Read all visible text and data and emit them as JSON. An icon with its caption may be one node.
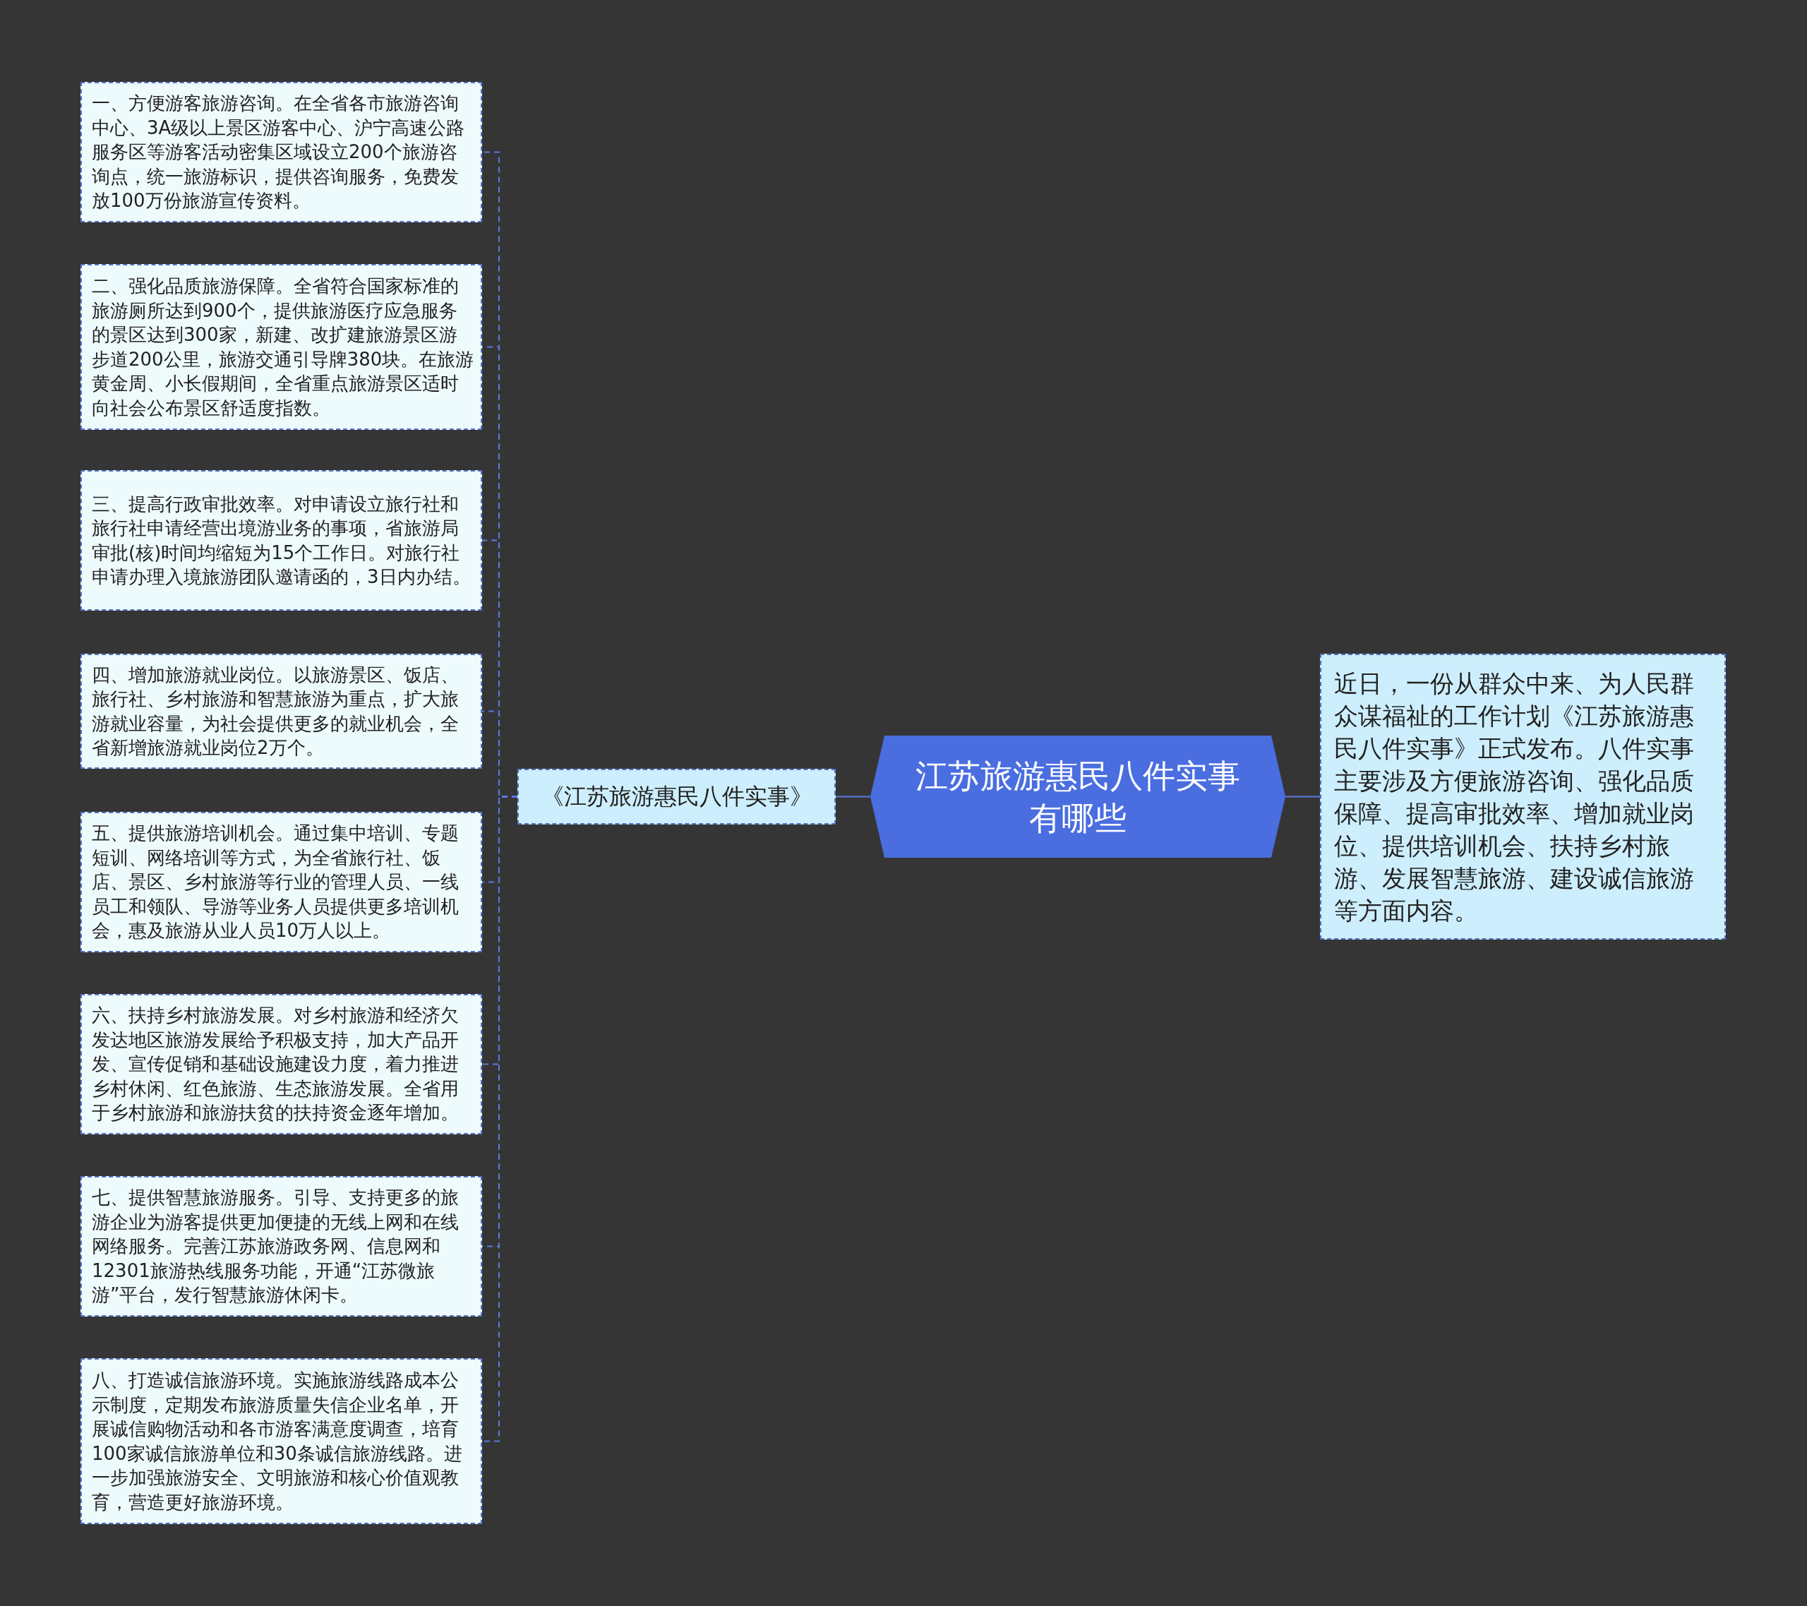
{
  "diagram": {
    "nodes": [
      {
        "text": [
          "江苏旅游惠民八件实事有哪些"
        ]
      },
      {
        "text": [
          "《江苏旅游惠民八件实事》"
        ]
      },
      {
        "text": [
          "一、方便游客旅游咨询。在全省各市旅游咨询中心、3A级以上景区游客中心、沪宁高速公路服务区等游客活动密集区域设立200个旅游咨询点，统一旅游标识，提供咨询服务，免费发放100万份旅游宣传资料。"
        ]
      },
      {
        "text": [
          "二、强化品质旅游保障。全省符合国家标准的旅游厕所达到900个，提供旅游医疗应急服务的景区达到300家，新建、改扩建旅游景区游步道200公里，旅游交通引导牌380块。在旅游黄金周、小长假期间，全省重点旅游景区适时向社会公布景区舒适度指数。"
        ]
      },
      {
        "text": [
          "三、提高行政审批效率。对申请设立旅行社和旅行社申请经营出境游业务的事项，省旅游局审批(核)时间均缩短为15个工作日。对旅行社申请办理入境旅游团队邀请函的，3日内办结。"
        ]
      },
      {
        "text": [
          "四、增加旅游就业岗位。以旅游景区、饭店、旅行社、乡村旅游和智慧旅游为重点，扩大旅游就业容量，为社会提供更多的就业机会，全省新增旅游就业岗位2万个。"
        ]
      },
      {
        "text": [
          "五、提供旅游培训机会。通过集中培训、专题短训、网络培训等方式，为全省旅行社、饭店、景区、乡村旅游等行业的管理人员、一线员工和领队、导游等业务人员提供更多培训机会，惠及旅游从业人员10万人以上。"
        ]
      },
      {
        "text": [
          "六、扶持乡村旅游发展。对乡村旅游和经济欠发达地区旅游发展给予积极支持，加大产品开发、宣传促销和基础设施建设力度，着力推进乡村休闲、红色旅游、生态旅游发展。全省用于乡村旅游和旅游扶贫的扶持资金逐年增加。"
        ]
      },
      {
        "text": [
          "七、提供智慧旅游服务。引导、支持更多的旅游企业为游客提供更加便捷的无线上网和在线网络服务。完善江苏旅游政务网、信息网和12301旅游热线服务功能，开通“江苏微旅游”平台，发行智慧旅游休闲卡。"
        ]
      },
      {
        "text": [
          "八、打造诚信旅游环境。实施旅游线路成本公示制度，定期发布旅游质量失信企业名单，开展诚信购物活动和各市游客满意度调查，培育100家诚信旅游单位和30条诚信旅游线路。进一步加强旅游安全、文明旅游和核心价值观教育，营造更好旅游环境。"
        ]
      },
      {
        "text": [
          "近日，一份从群众中来、为人民群众谋福祉的工作计划《江苏旅游惠民八件实事》正式发布。八件实事主要涉及方便旅游咨询、强化品质保障、提高审批效率、增加就业岗位、提供培训机会、扶持乡村旅游、发展智慧旅游、建设诚信旅游等方面内容。"
        ]
      }
    ],
    "edges": [
      {
        "from": 0,
        "to": 1,
        "arrow": "none"
      },
      {
        "from": 0,
        "to": 10,
        "arrow": "none"
      },
      {
        "from": 1,
        "to": 2,
        "arrow": "none",
        "style": "dashed"
      },
      {
        "from": 1,
        "to": 3,
        "arrow": "none",
        "style": "dashed"
      },
      {
        "from": 1,
        "to": 4,
        "arrow": "none",
        "style": "dashed"
      },
      {
        "from": 1,
        "to": 5,
        "arrow": "none",
        "style": "dashed"
      },
      {
        "from": 1,
        "to": 6,
        "arrow": "none",
        "style": "dashed"
      },
      {
        "from": 1,
        "to": 7,
        "arrow": "none",
        "style": "dashed"
      },
      {
        "from": 1,
        "to": 8,
        "arrow": "none",
        "style": "dashed"
      },
      {
        "from": 1,
        "to": 9,
        "arrow": "none",
        "style": "dashed"
      }
    ]
  }
}
